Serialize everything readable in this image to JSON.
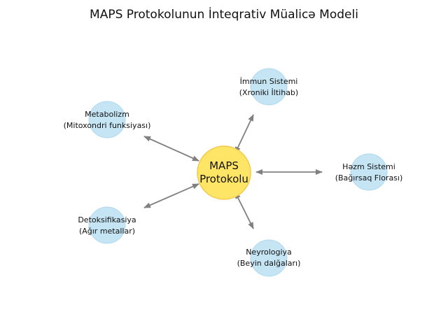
{
  "title": "MAPS Protokolunun İnteqrativ Müalicə Modeli",
  "colors": {
    "center_fill": "#ffe566",
    "center_stroke": "#f2c94c",
    "node_fill": "#c5e5f5",
    "node_stroke": "#b0d9ef",
    "arrow": "#808080",
    "text": "#111111"
  },
  "center": {
    "line1": "MAPS",
    "line2": "Protokolu"
  },
  "nodes": [
    {
      "id": "immune",
      "line1": "İmmun Sistemi",
      "line2": "(Xroniki İltihab)"
    },
    {
      "id": "digestive",
      "line1": "Həzm Sistemi",
      "line2": "(Bağırsaq Florası)"
    },
    {
      "id": "neurology",
      "line1": "Neyrologiya",
      "line2": "(Beyin dalğaları)"
    },
    {
      "id": "detox",
      "line1": "Detoksifikasiya",
      "line2": "(Ağır metallar)"
    },
    {
      "id": "metabolism",
      "line1": "Metabolizm",
      "line2": "(Mitoxondri funksiyası)"
    }
  ]
}
